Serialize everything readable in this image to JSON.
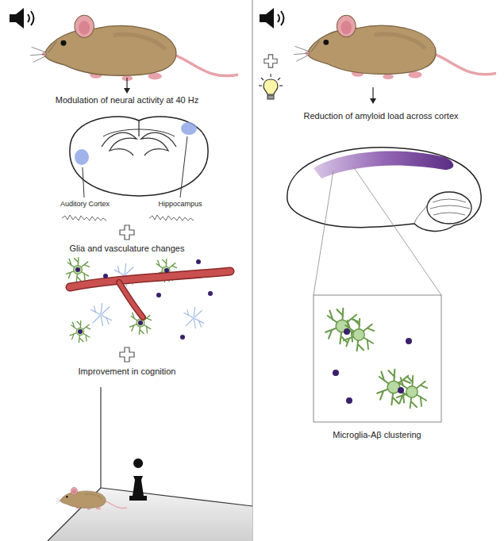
{
  "diagram": {
    "labels": [
      "Modulation of neural activity at 40 Hz",
      "Auditory Cortex",
      "Hippocampus",
      "Glia and vasculature changes",
      "Improvement in cognition",
      "Reduction of amyloid load across cortex",
      "Microglia-Aβ clustering"
    ]
  }
}
